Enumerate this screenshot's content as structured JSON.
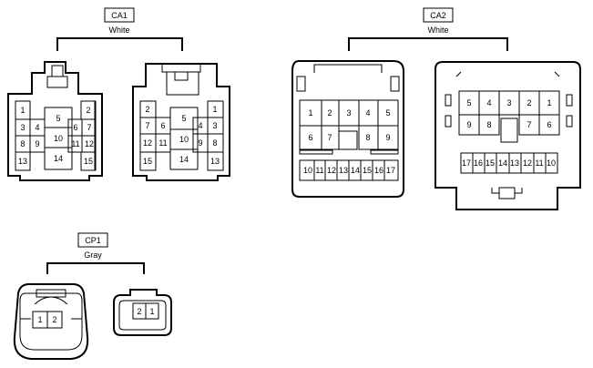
{
  "connectors": {
    "ca1": {
      "name": "CA1",
      "color": "White"
    },
    "ca2": {
      "name": "CA2",
      "color": "White"
    },
    "cp1": {
      "name": "CP1",
      "color": "Gray"
    }
  },
  "pins": {
    "ca1_left": [
      "1",
      "2",
      "3",
      "4",
      "5",
      "6",
      "7",
      "8",
      "9",
      "10",
      "11",
      "12",
      "13",
      "14",
      "15"
    ],
    "ca1_right": [
      "2",
      "1",
      "7",
      "6",
      "5",
      "4",
      "3",
      "12",
      "11",
      "10",
      "9",
      "8",
      "15",
      "14",
      "13"
    ],
    "ca2_left": [
      "1",
      "2",
      "3",
      "4",
      "5",
      "6",
      "7",
      "8",
      "9",
      "10",
      "11",
      "12",
      "13",
      "14",
      "15",
      "16",
      "17"
    ],
    "ca2_right": [
      "5",
      "4",
      "3",
      "2",
      "1",
      "9",
      "8",
      "7",
      "6",
      "17",
      "16",
      "15",
      "14",
      "13",
      "12",
      "11",
      "10"
    ],
    "cp1_left": [
      "1",
      "2"
    ],
    "cp1_right": [
      "2",
      "1"
    ]
  }
}
